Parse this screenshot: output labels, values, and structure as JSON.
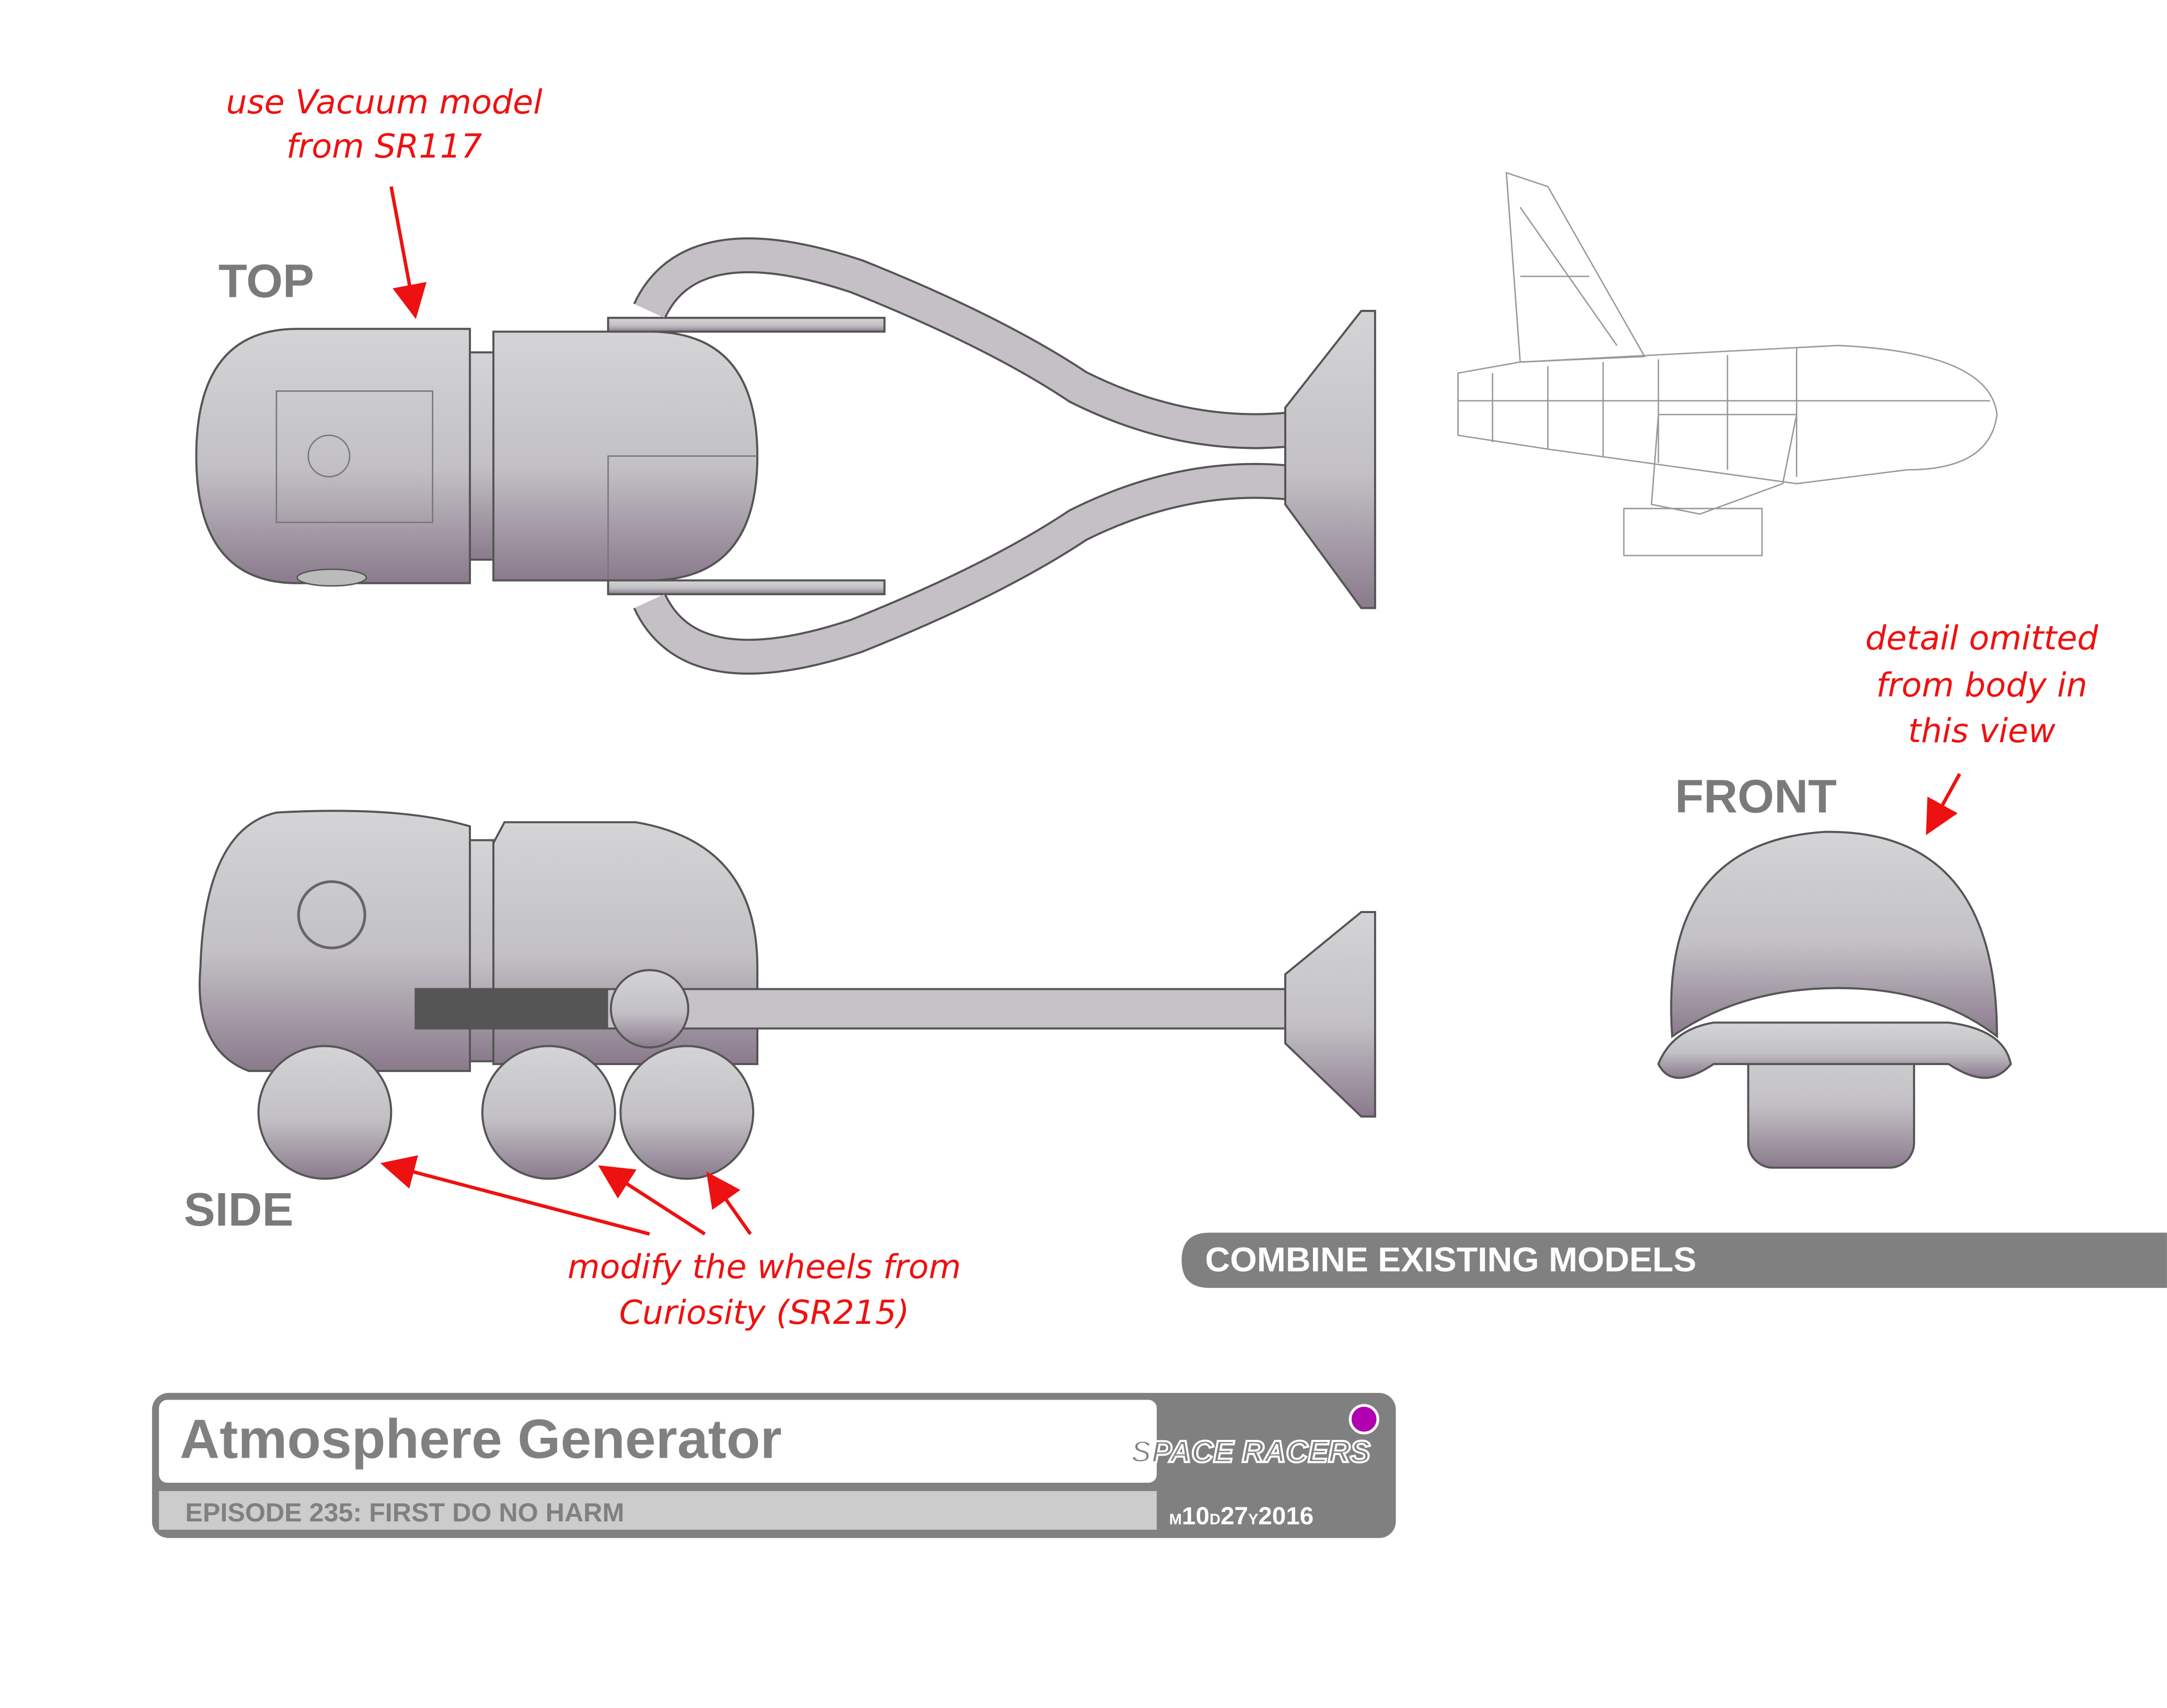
{
  "views": {
    "top": "TOP",
    "side": "SIDE",
    "front": "FRONT"
  },
  "notes": {
    "vacuum": [
      "use Vacuum model",
      "from SR117"
    ],
    "detail": [
      "detail omitted",
      "from body in",
      "this view"
    ],
    "wheels": [
      "modify the wheels from",
      "Curiosity (SR215)"
    ]
  },
  "banner": "COMBINE EXISTING MODELS",
  "title_block": {
    "title": "Atmosphere Generator",
    "episode": "EPISODE 235: FIRST DO NO HARM",
    "logo": "SPACE RACERS",
    "date": {
      "m_label": "M",
      "month": "10",
      "d_label": "D",
      "day": "27",
      "y_label": "Y",
      "year": "2016"
    },
    "status_color": "#b000b0"
  },
  "colors": {
    "accent_red": "#ee1111",
    "gray": "#808080",
    "light_gray": "#cccccc"
  }
}
